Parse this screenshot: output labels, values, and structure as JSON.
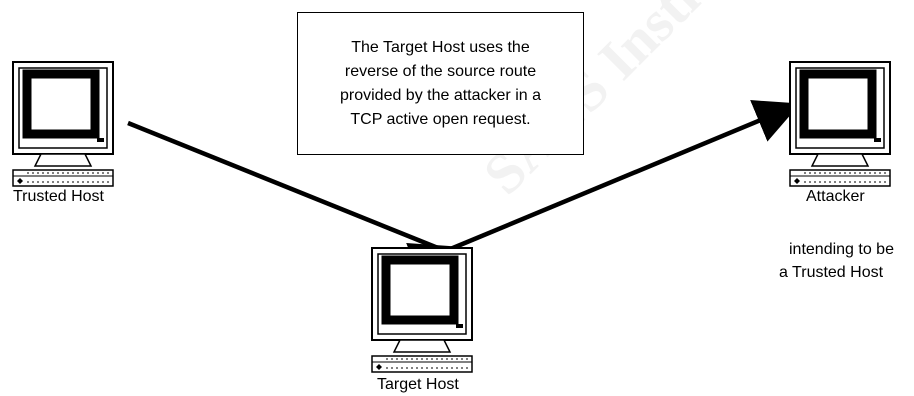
{
  "watermark": "SANS Institute Author retains full rights",
  "note": {
    "lines": [
      "The Target Host uses the",
      "reverse of the source route",
      "provided by the attacker in a",
      "TCP active open request."
    ]
  },
  "hosts": {
    "trusted": {
      "label": "Trusted Host",
      "icon": "computer-icon"
    },
    "target": {
      "label": "Target Host",
      "icon": "computer-icon"
    },
    "attacker": {
      "label": "Attacker",
      "icon": "computer-icon",
      "note_lines": [
        "intending to be",
        "a Trusted Host"
      ]
    }
  },
  "colors": {
    "line": "#000000",
    "screen": "#000000",
    "watermark": "#f2f2f2"
  }
}
